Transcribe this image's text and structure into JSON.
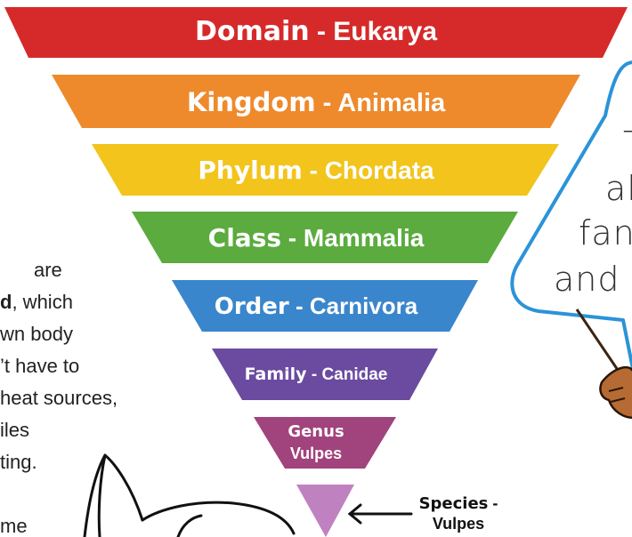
{
  "pyramid": [
    {
      "rank": "Domain",
      "separator": " - ",
      "taxon": "Eukarya",
      "color": "#d62a2a"
    },
    {
      "rank": "Kingdom",
      "separator": " - ",
      "taxon": "Animalia",
      "color": "#ee8a2b"
    },
    {
      "rank": "Phylum",
      "separator": " - ",
      "taxon": "Chordata",
      "color": "#f2c41c"
    },
    {
      "rank": "Class",
      "separator": " - ",
      "taxon": "Mammalia",
      "color": "#5bab3f"
    },
    {
      "rank": "Order",
      "separator": " - ",
      "taxon": "Carnivora",
      "color": "#3a86cc"
    },
    {
      "rank": "Family",
      "separator": " - ",
      "taxon": "Canidae",
      "color": "#6a4ba0"
    },
    {
      "rank": "Genus",
      "separator": "",
      "taxon": "Vulpes",
      "color": "#a1437d"
    },
    {
      "rank": "",
      "separator": "",
      "taxon": "",
      "color": "#c081c0"
    }
  ],
  "species_label": {
    "rank": "Species",
    "separator": " -",
    "taxon": "Vulpes"
  },
  "side_text": {
    "lines": [
      {
        "pre": "are",
        "bold": "",
        "post": ""
      },
      {
        "pre": "",
        "bold": "d",
        "post": ", which"
      },
      {
        "pre": "wn body",
        "bold": "",
        "post": ""
      },
      {
        "pre": "’t have to",
        "bold": "",
        "post": ""
      },
      {
        "pre": "heat sources,",
        "bold": "",
        "post": ""
      },
      {
        "pre": "iles",
        "bold": "",
        "post": ""
      },
      {
        "pre": "ting.",
        "bold": "",
        "post": ""
      },
      {
        "pre": "",
        "bold": "",
        "post": ""
      },
      {
        "pre": "me",
        "bold": "",
        "post": ""
      }
    ]
  },
  "speech_bubble": {
    "lines": [
      "T",
      "ab",
      "fan",
      "and s"
    ],
    "border_color": "#2b93d8"
  }
}
